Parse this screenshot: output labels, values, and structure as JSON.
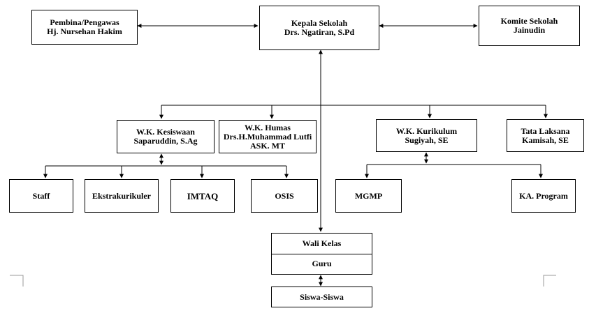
{
  "nodes": {
    "pembina": {
      "lines": [
        "Pembina/Pengawas",
        "Hj. Nursehan Hakim"
      ]
    },
    "kepala": {
      "lines": [
        "Kepala Sekolah",
        "Drs. Ngatiran, S.Pd"
      ]
    },
    "komite": {
      "lines": [
        "Komite Sekolah",
        "Jainudin"
      ]
    },
    "kesiswaan": {
      "lines": [
        "W.K. Kesiswaan",
        "Saparuddin, S.Ag"
      ]
    },
    "humas": {
      "lines": [
        "W.K. Humas",
        "Drs.H.Muhammad Lutfi",
        "ASK. MT"
      ]
    },
    "kurikulum": {
      "lines": [
        "W.K. Kurikulum",
        "Sugiyah, SE"
      ]
    },
    "tata_laksana": {
      "lines": [
        "Tata Laksana",
        "Kamisah, SE"
      ]
    },
    "staff": {
      "label": "Staff"
    },
    "ekstrakurikuler": {
      "label": "Ekstrakurikuler"
    },
    "imtaq": {
      "label": "IMTAQ"
    },
    "osis": {
      "label": "OSIS"
    },
    "mgmp": {
      "label": "MGMP"
    },
    "ka_program": {
      "label": "KA. Program"
    },
    "wali_kelas": {
      "label": "Wali Kelas"
    },
    "guru": {
      "label": "Guru"
    },
    "siswa": {
      "label": "Siswa-Siswa"
    }
  },
  "colors": {
    "line": "#000000",
    "box_border": "#000000",
    "background": "#ffffff",
    "corner_marks": "#9a9a9a"
  }
}
